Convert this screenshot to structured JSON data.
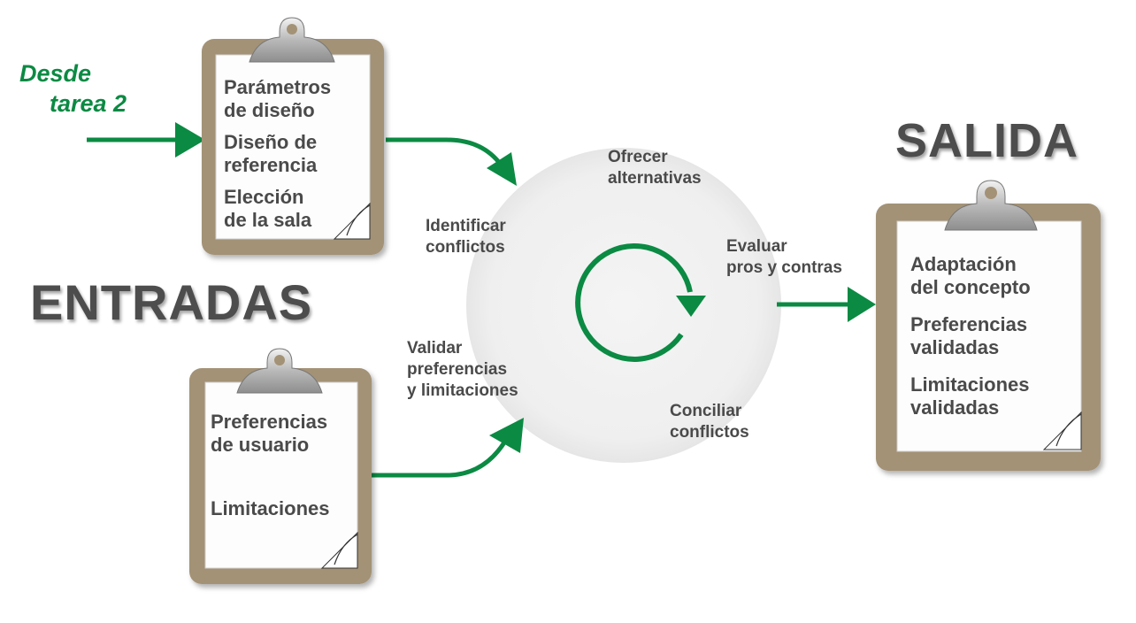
{
  "colors": {
    "green": "#0b8a43",
    "board": "#a39276",
    "text": "#4a4a4a"
  },
  "from_label": {
    "line1": "Desde",
    "line2": "tarea 2"
  },
  "inputs_title": "ENTRADAS",
  "output_title": "SALIDA",
  "clipboard_top": {
    "items": [
      {
        "line1": "Parámetros",
        "line2": "de  diseño"
      },
      {
        "line1": "Diseño de",
        "line2": "referencia"
      },
      {
        "line1": "Elección",
        "line2": "de la sala"
      }
    ]
  },
  "clipboard_bottom": {
    "items": [
      {
        "line1": "Preferencias",
        "line2": "de usuario"
      },
      {
        "line1": "Limitaciones"
      }
    ]
  },
  "clipboard_output": {
    "items": [
      {
        "line1": "Adaptación",
        "line2": "del concepto"
      },
      {
        "line1": "Preferencias",
        "line2": "validadas"
      },
      {
        "line1": "Limitaciones",
        "line2": "validadas"
      }
    ]
  },
  "process_steps": {
    "offer": {
      "line1": "Ofrecer",
      "line2": "alternativas"
    },
    "identify": {
      "line1": "Identificar",
      "line2": "conflictos"
    },
    "evaluate": {
      "line1": "Evaluar",
      "line2": "pros y contras"
    },
    "validate": {
      "line1": "Validar",
      "line2": "preferencias",
      "line3": "y limitaciones"
    },
    "reconcile": {
      "line1": "Conciliar",
      "line2": "conflictos"
    }
  }
}
